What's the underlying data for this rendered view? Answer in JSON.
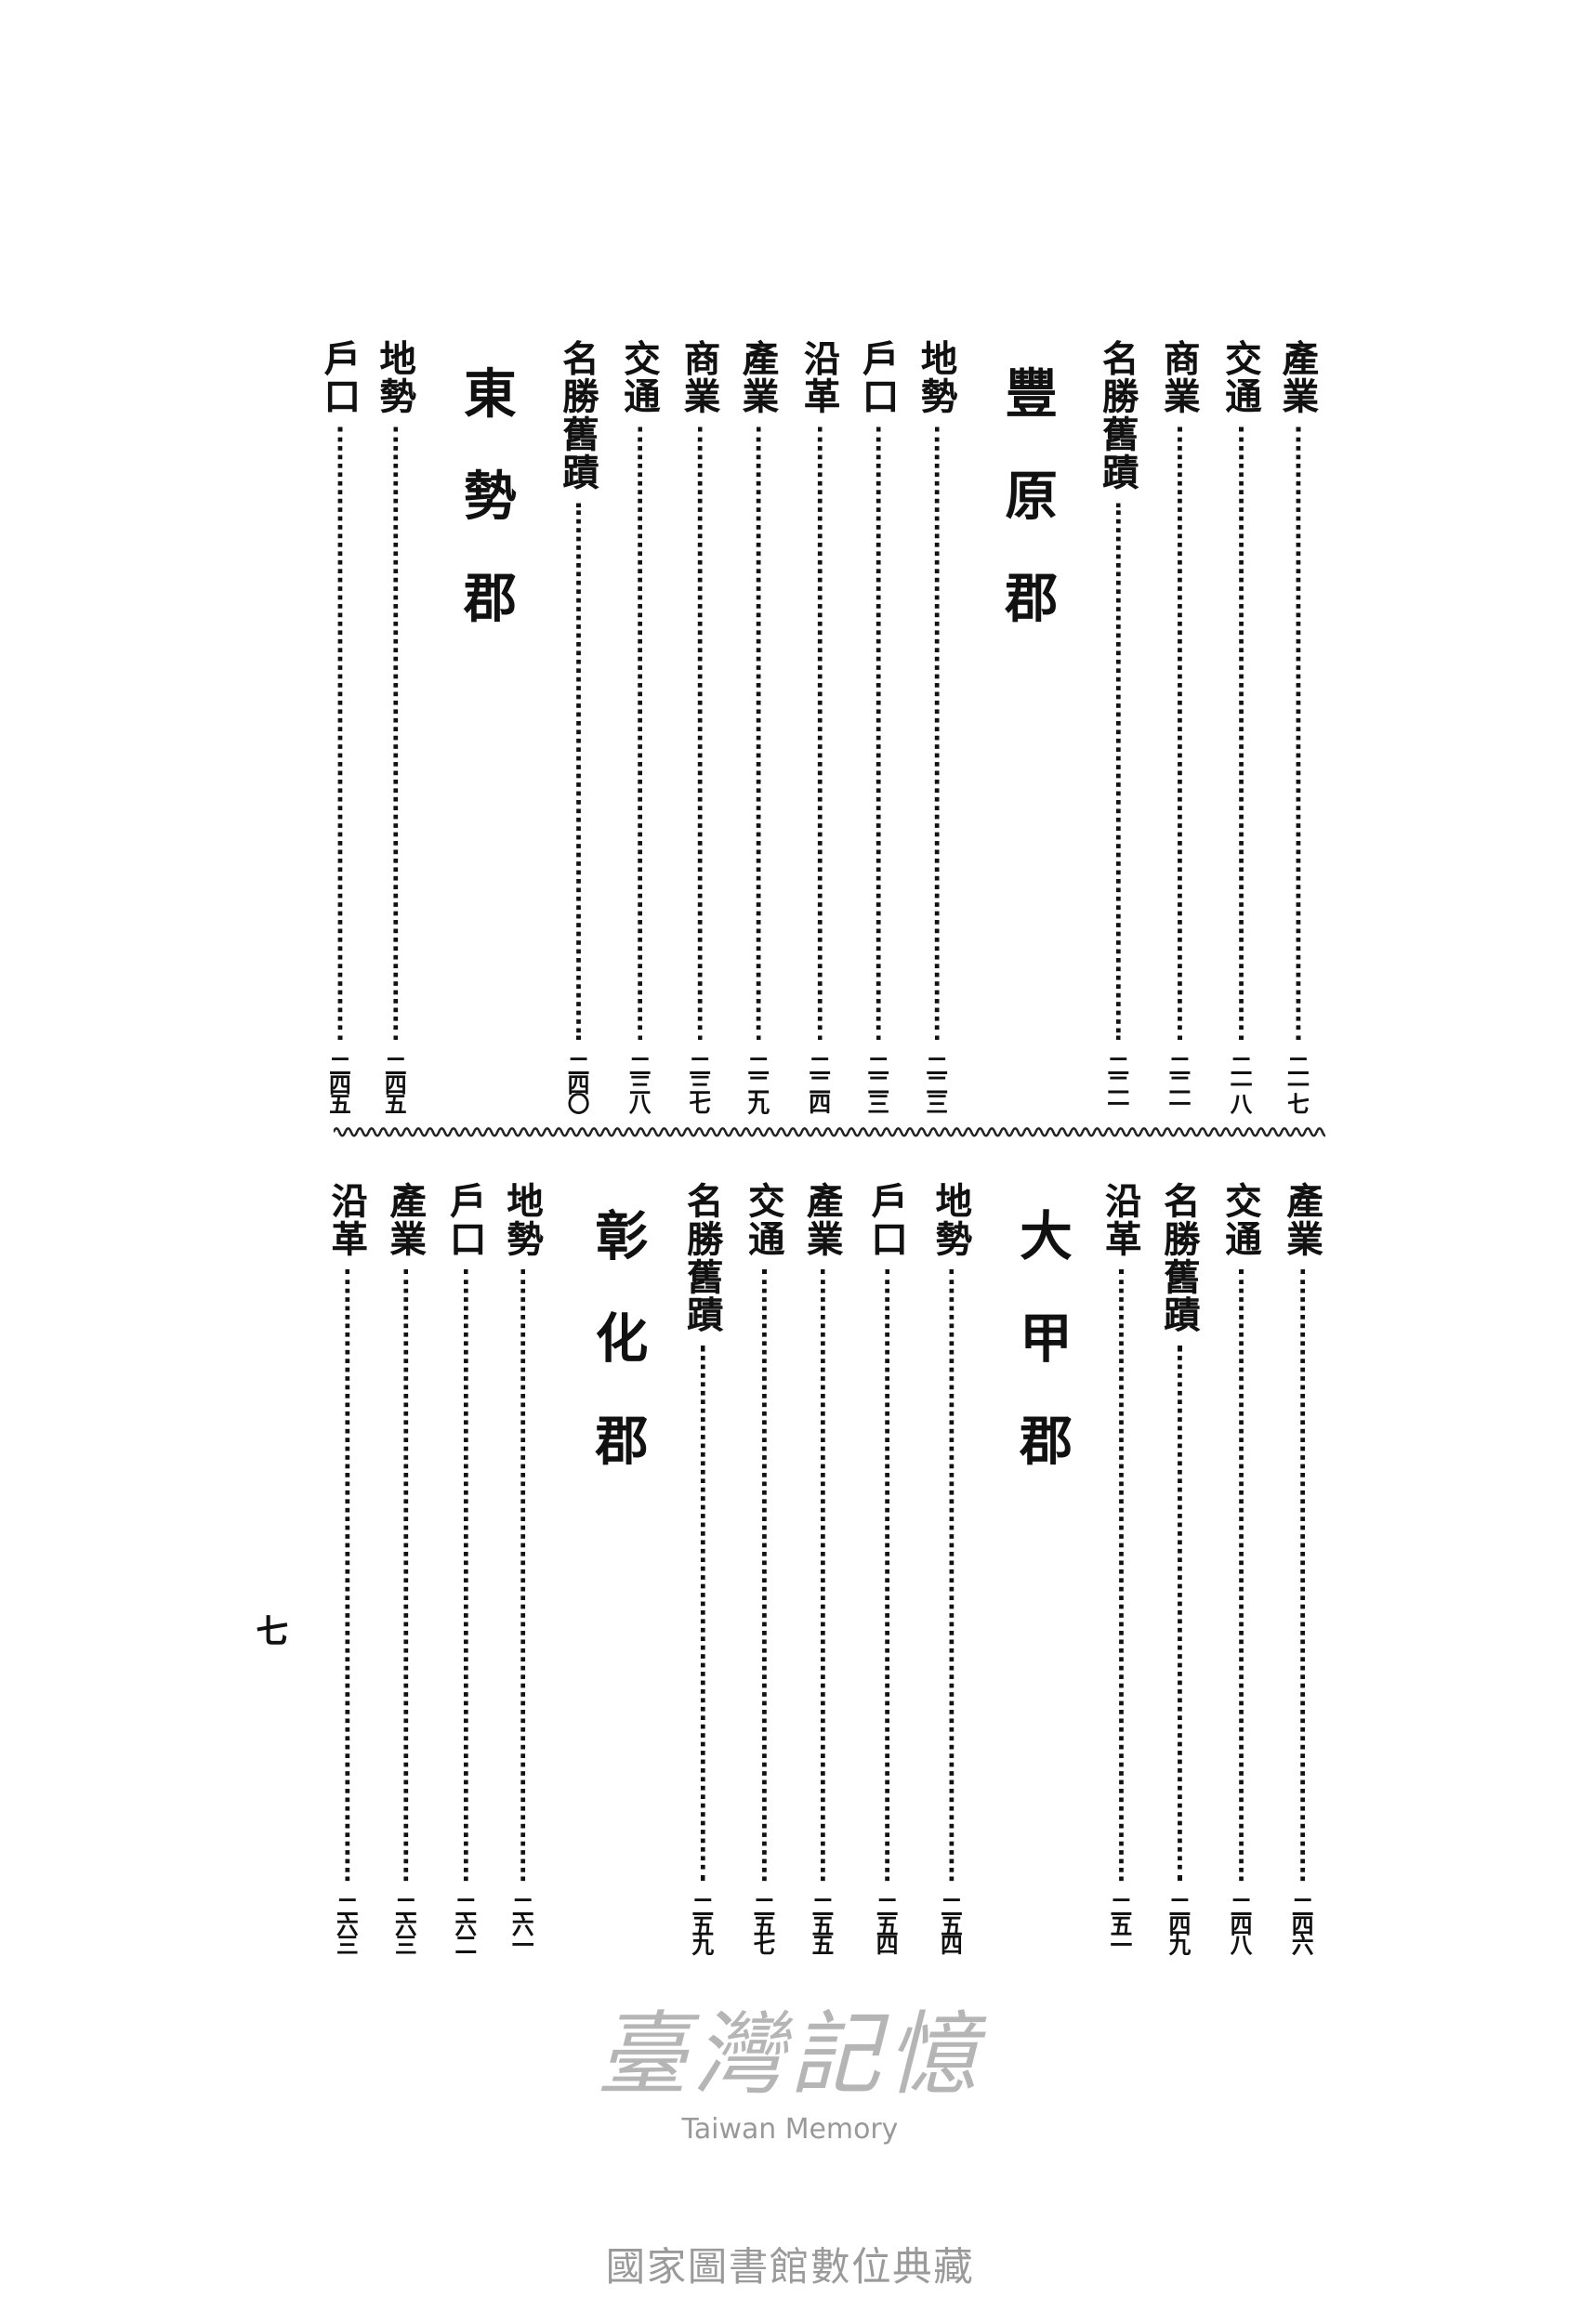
{
  "top_half": {
    "continued_entries": [
      {
        "label": "產業",
        "page": "二一七"
      },
      {
        "label": "交通",
        "page": "二一八"
      },
      {
        "label": "商業",
        "page": "二二一"
      },
      {
        "label": "名勝舊蹟",
        "page": "二二一"
      }
    ],
    "sections": [
      {
        "title": "豐原郡",
        "entries": [
          {
            "label": "地勢",
            "page": "二二三"
          },
          {
            "label": "戶口",
            "page": "二二三"
          },
          {
            "label": "沿革",
            "page": "二二四"
          },
          {
            "label": "產業",
            "page": "二二九"
          },
          {
            "label": "商業",
            "page": "二三七"
          },
          {
            "label": "交通",
            "page": "二三八"
          },
          {
            "label": "名勝舊蹟",
            "page": "二四〇"
          }
        ]
      },
      {
        "title": "東勢郡",
        "entries": [
          {
            "label": "地勢",
            "page": "二四五"
          },
          {
            "label": "戶口",
            "page": "二四五"
          }
        ]
      }
    ]
  },
  "bottom_half": {
    "continued_entries": [
      {
        "label": "產業",
        "page": "二四六"
      },
      {
        "label": "交通",
        "page": "二四八"
      },
      {
        "label": "名勝舊蹟",
        "page": "二四九"
      },
      {
        "label": "沿革",
        "page": "二五一"
      }
    ],
    "sections": [
      {
        "title": "大甲郡",
        "entries": [
          {
            "label": "地勢",
            "page": "二五四"
          },
          {
            "label": "戶口",
            "page": "二五四"
          },
          {
            "label": "產業",
            "page": "二五五"
          },
          {
            "label": "交通",
            "page": "二五七"
          },
          {
            "label": "名勝舊蹟",
            "page": "二五九"
          }
        ]
      },
      {
        "title": "彰化郡",
        "entries": [
          {
            "label": "地勢",
            "page": "二六一"
          },
          {
            "label": "戶口",
            "page": "二六二"
          },
          {
            "label": "產業",
            "page": "二六三"
          },
          {
            "label": "沿革",
            "page": "二六三"
          }
        ]
      }
    ]
  },
  "page_number": "七",
  "watermark": {
    "cn": "臺灣記憶",
    "en": "Taiwan Memory"
  },
  "footer": "國家圖書館數位典藏"
}
